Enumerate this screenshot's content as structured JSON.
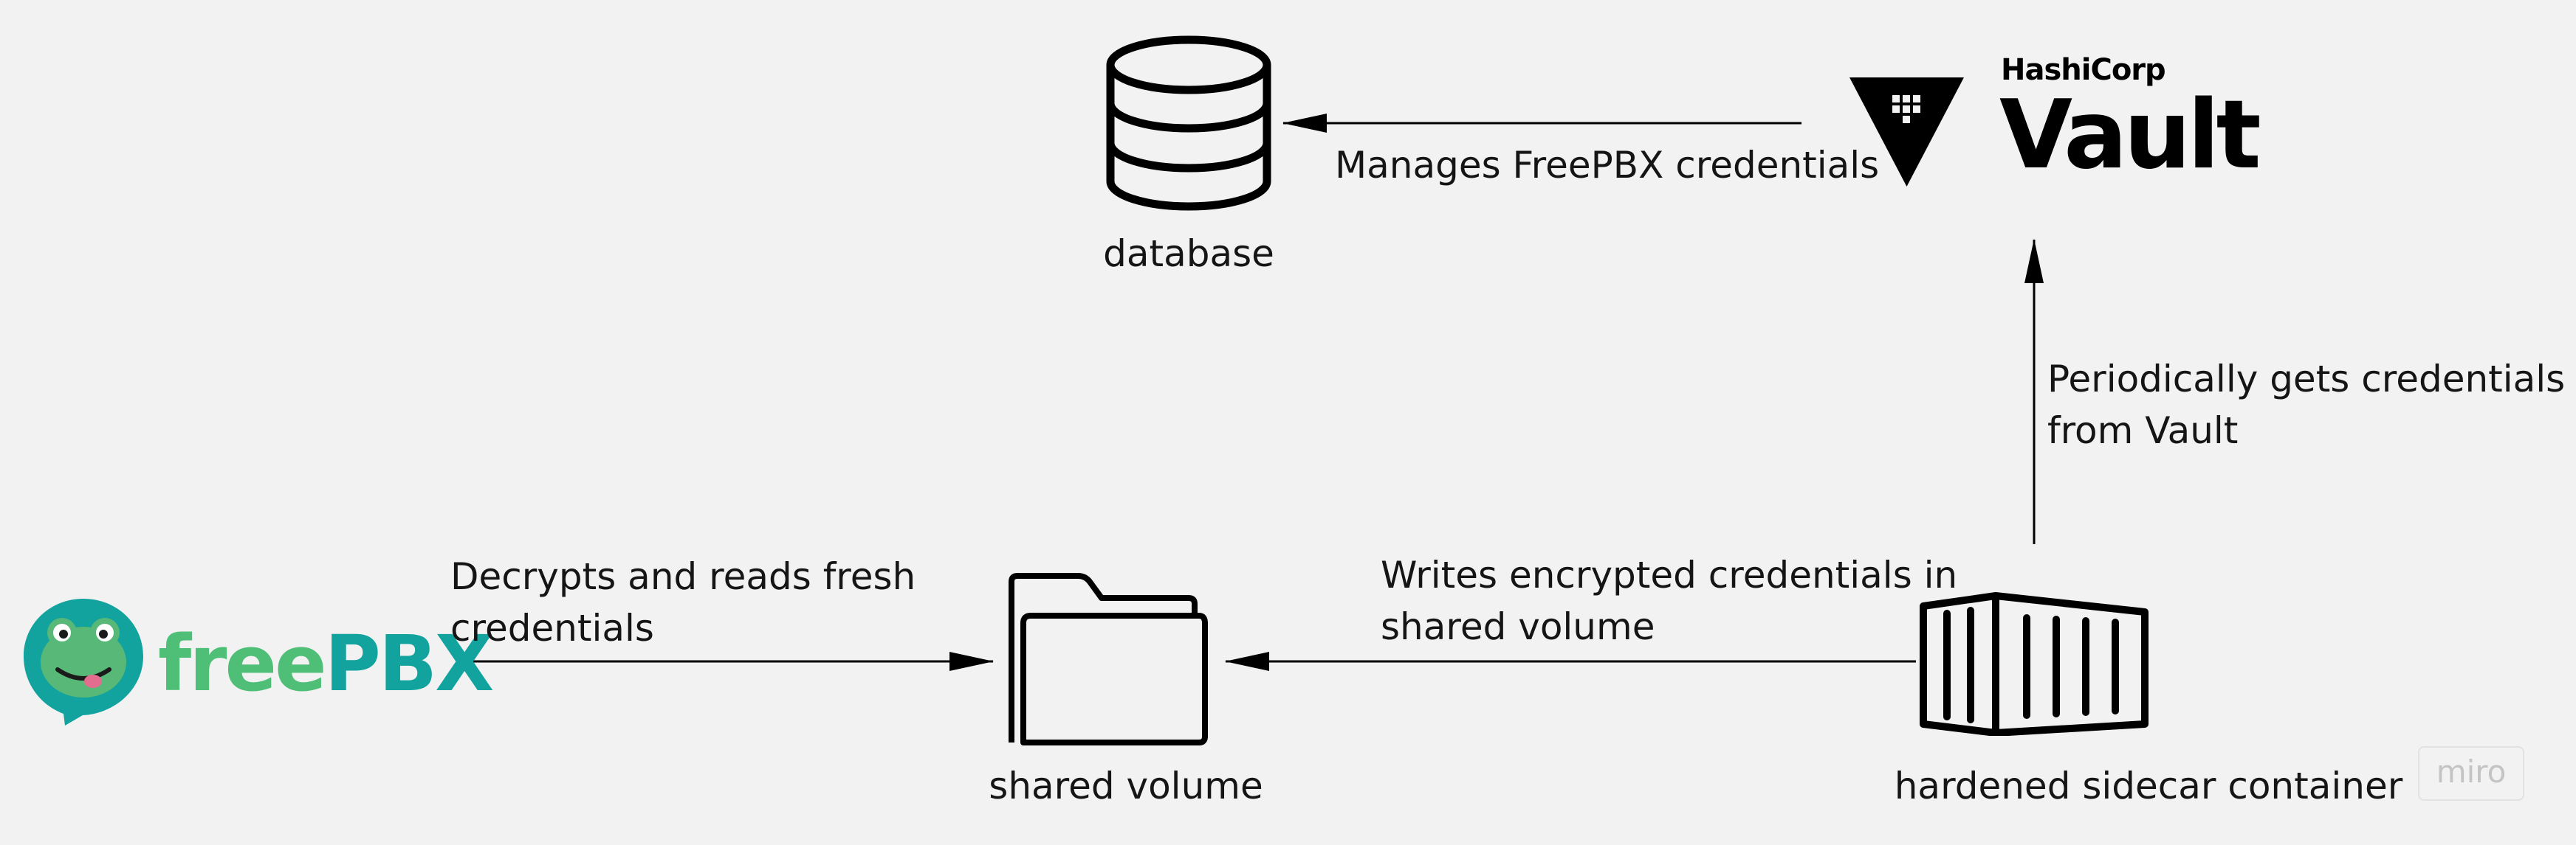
{
  "nodes": {
    "database": {
      "label": "database"
    },
    "vault": {
      "brand_top": "HashiCorp",
      "brand_name": "Vault"
    },
    "freepbx": {
      "brand_free": "free",
      "brand_pbx": "PBX"
    },
    "shared_volume": {
      "label": "shared volume"
    },
    "sidecar": {
      "label": "hardened sidecar container"
    }
  },
  "edges": {
    "vault_to_database": {
      "label": "Manages FreePBX credentials"
    },
    "sidecar_to_vault": {
      "line1": "Periodically gets credentials",
      "line2": "from Vault"
    },
    "freepbx_to_volume": {
      "line1": "Decrypts and reads fresh",
      "line2": "credentials"
    },
    "sidecar_to_volume": {
      "line1": "Writes encrypted credentials in",
      "line2": "shared volume"
    }
  },
  "watermark": "miro",
  "colors": {
    "background": "#f2f2f2",
    "freepbx_teal": "#12a39e",
    "freepbx_green": "#4fbf78",
    "frog_green": "#57b877",
    "ink": "#000000"
  }
}
